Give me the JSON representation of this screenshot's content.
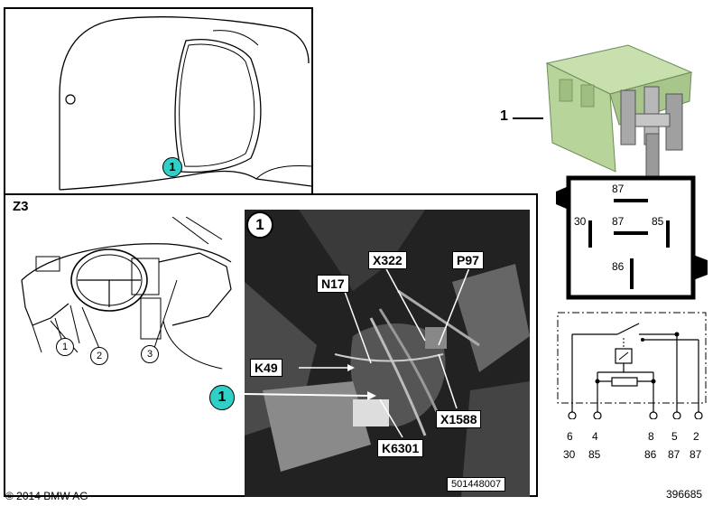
{
  "car_panel": {
    "marker": "1"
  },
  "z3_panel": {
    "title": "Z3",
    "callouts": [
      "1",
      "2",
      "3"
    ],
    "photo": {
      "number": "1",
      "labels": {
        "x322": "X322",
        "p97": "P97",
        "n17": "N17",
        "k49": "K49",
        "x1588": "X1588",
        "k6301": "K6301"
      },
      "marker": "1",
      "ref_code": "501448007"
    }
  },
  "relay": {
    "item_number": "1",
    "pins": {
      "top": "87",
      "mid": "87",
      "left": "30",
      "right": "85",
      "bottom": "86"
    },
    "schematic": {
      "terminal_numbers": [
        "6",
        "4",
        "8",
        "5",
        "2"
      ],
      "terminal_names": [
        "30",
        "85",
        "86",
        "87",
        "87"
      ]
    }
  },
  "footer": {
    "copyright": "© 2014 BMW AG",
    "diagram_id": "396685"
  },
  "colors": {
    "marker_fill": "#2fd0c8",
    "relay_body": "#b7d49a",
    "line": "#000000"
  }
}
